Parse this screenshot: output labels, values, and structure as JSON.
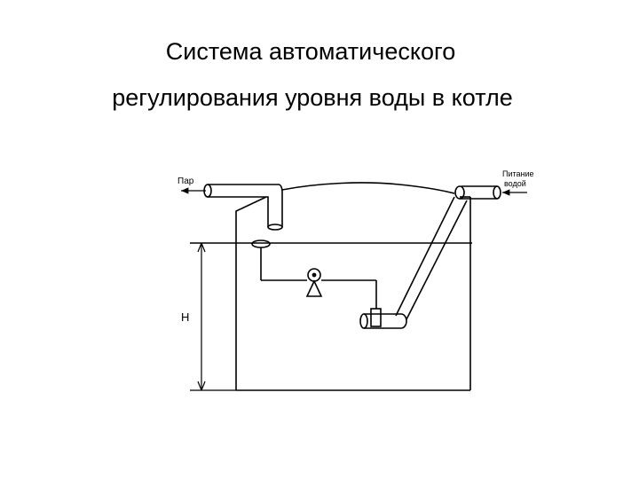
{
  "title": {
    "line1": "Система автоматического",
    "line2": "регулирования  уровня воды в котле"
  },
  "labels": {
    "steam": "Пар",
    "feed_line1": "Питание",
    "feed_line2": "водой",
    "level": "Н"
  },
  "colors": {
    "line": "#000000",
    "background": "#ffffff"
  }
}
